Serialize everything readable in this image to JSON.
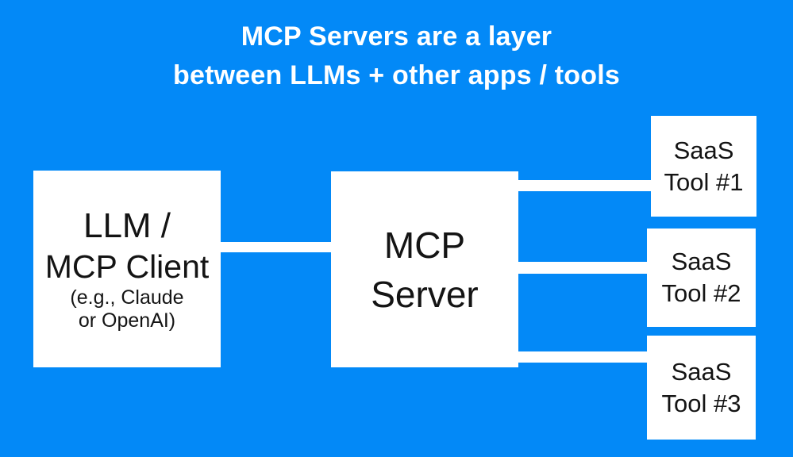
{
  "colors": {
    "background": "#0389f7",
    "box_fill": "#ffffff",
    "box_text": "#141414",
    "title_text": "#ffffff",
    "connector": "#ffffff"
  },
  "title": {
    "line1": "MCP Servers are a layer",
    "line2": "between LLMs + other apps / tools"
  },
  "nodes": {
    "llm_client": {
      "line1": "LLM /",
      "line2": "MCP Client",
      "line3": "(e.g., Claude",
      "line4": "or OpenAI)"
    },
    "mcp_server": {
      "line1": "MCP",
      "line2": "Server"
    },
    "saas_tool_1": {
      "line1": "SaaS",
      "line2": "Tool #1"
    },
    "saas_tool_2": {
      "line1": "SaaS",
      "line2": "Tool #2"
    },
    "saas_tool_3": {
      "line1": "SaaS",
      "line2": "Tool #3"
    }
  },
  "connections": [
    {
      "from": "llm_client",
      "to": "mcp_server"
    },
    {
      "from": "mcp_server",
      "to": "saas_tool_1"
    },
    {
      "from": "mcp_server",
      "to": "saas_tool_2"
    },
    {
      "from": "mcp_server",
      "to": "saas_tool_3"
    }
  ]
}
